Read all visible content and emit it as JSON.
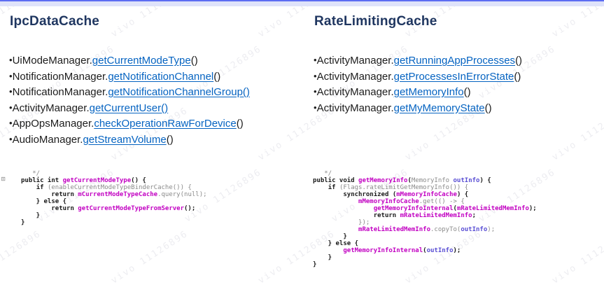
{
  "watermark": {
    "text": "vivo  11126896"
  },
  "bullet": "•",
  "icons": {
    "fold_marker_icon": "⊟"
  },
  "colors": {
    "topbar_accent": "#5c6cf2",
    "topbar_fill": "#dfe3fa",
    "heading": "#1f3660",
    "link": "#0563c1",
    "body_text": "#1c1c1c",
    "code_keyword": "#1a1a1a",
    "code_identifier": "#c201c2",
    "code_plain": "#8a8a8a",
    "code_param": "#5a4fd4",
    "watermark_color": "#ededf1"
  },
  "left": {
    "title": "IpcDataCache",
    "items": [
      {
        "prefix": "UiModeManager.",
        "link": "getCurrentModeType",
        "suffix": "()"
      },
      {
        "prefix": "NotificationManager.",
        "link": "getNotificationChannel",
        "suffix": "()"
      },
      {
        "prefix": "NotificationManager.",
        "link": "getNotificationChannelGroup()",
        "suffix": ""
      },
      {
        "prefix": "ActivityManager.",
        "link": "getCurrentUser()",
        "suffix": ""
      },
      {
        "prefix": "AppOpsManager.",
        "link": "checkOperationRawForDevice",
        "suffix": "()"
      },
      {
        "prefix": "AudioManager.",
        "link": "getStreamVolume",
        "suffix": "()"
      }
    ],
    "code": [
      [
        [
          "   */",
          "plain"
        ]
      ],
      [
        [
          "public int ",
          "kw"
        ],
        [
          "getCurrentModeType",
          "id"
        ],
        [
          "() {",
          "def"
        ]
      ],
      [
        [
          "    ",
          "def"
        ],
        [
          "if ",
          "kw"
        ],
        [
          "(enableCurrentModeTypeBinderCache()) {",
          "plain"
        ]
      ],
      [
        [
          "        ",
          "def"
        ],
        [
          "return ",
          "kw"
        ],
        [
          "mCurrentModeTypeCache",
          "id"
        ],
        [
          ".query(null);",
          "plain"
        ]
      ],
      [
        [
          "    } else {",
          "kw"
        ]
      ],
      [
        [
          "        ",
          "def"
        ],
        [
          "return ",
          "kw"
        ],
        [
          "getCurrentModeTypeFromServer",
          "id"
        ],
        [
          "();",
          "def"
        ]
      ],
      [
        [
          "    }",
          "def"
        ]
      ],
      [
        [
          "}",
          "def"
        ]
      ]
    ]
  },
  "right": {
    "title": "RateLimitingCache",
    "items": [
      {
        "prefix": "ActivityManager.",
        "link": "getRunningAppProcesses",
        "suffix": "()"
      },
      {
        "prefix": "ActivityManager.",
        "link": "getProcessesInErrorState",
        "suffix": "()"
      },
      {
        "prefix": "ActivityManager.",
        "link": "getMemoryInfo",
        "suffix": "()"
      },
      {
        "prefix": "ActivityManager.",
        "link": "getMyMemoryState",
        "suffix": "()"
      }
    ],
    "code": [
      [
        [
          "   */",
          "plain"
        ]
      ],
      [
        [
          "public void ",
          "kw"
        ],
        [
          "getMemoryInfo",
          "id"
        ],
        [
          "(",
          "def"
        ],
        [
          "MemoryInfo ",
          "plain"
        ],
        [
          "outInfo",
          "blue"
        ],
        [
          ") {",
          "def"
        ]
      ],
      [
        [
          "    ",
          "def"
        ],
        [
          "if ",
          "kw"
        ],
        [
          "(Flags.rateLimitGetMemoryInfo()) {",
          "plain"
        ]
      ],
      [
        [
          "        ",
          "def"
        ],
        [
          "synchronized ",
          "kw"
        ],
        [
          "(",
          "def"
        ],
        [
          "mMemoryInfoCache",
          "id"
        ],
        [
          ") {",
          "def"
        ]
      ],
      [
        [
          "            ",
          "def"
        ],
        [
          "mMemoryInfoCache",
          "id"
        ],
        [
          ".get(() -> {",
          "plain"
        ]
      ],
      [
        [
          "                ",
          "def"
        ],
        [
          "getMemoryInfoInternal",
          "id"
        ],
        [
          "(",
          "def"
        ],
        [
          "mRateLimitedMemInfo",
          "id"
        ],
        [
          ");",
          "def"
        ]
      ],
      [
        [
          "                ",
          "def"
        ],
        [
          "return ",
          "kw"
        ],
        [
          "mRateLimitedMemInfo",
          "id"
        ],
        [
          ";",
          "def"
        ]
      ],
      [
        [
          "            });",
          "plain"
        ]
      ],
      [
        [
          "            ",
          "def"
        ],
        [
          "mRateLimitedMemInfo",
          "id"
        ],
        [
          ".copyTo(",
          "plain"
        ],
        [
          "outInfo",
          "blue"
        ],
        [
          ");",
          "plain"
        ]
      ],
      [
        [
          "        }",
          "def"
        ]
      ],
      [
        [
          "    } else {",
          "kw"
        ]
      ],
      [
        [
          "        ",
          "def"
        ],
        [
          "getMemoryInfoInternal",
          "id"
        ],
        [
          "(",
          "def"
        ],
        [
          "outInfo",
          "blue"
        ],
        [
          ");",
          "def"
        ]
      ],
      [
        [
          "    }",
          "def"
        ]
      ],
      [
        [
          "}",
          "def"
        ]
      ]
    ]
  }
}
